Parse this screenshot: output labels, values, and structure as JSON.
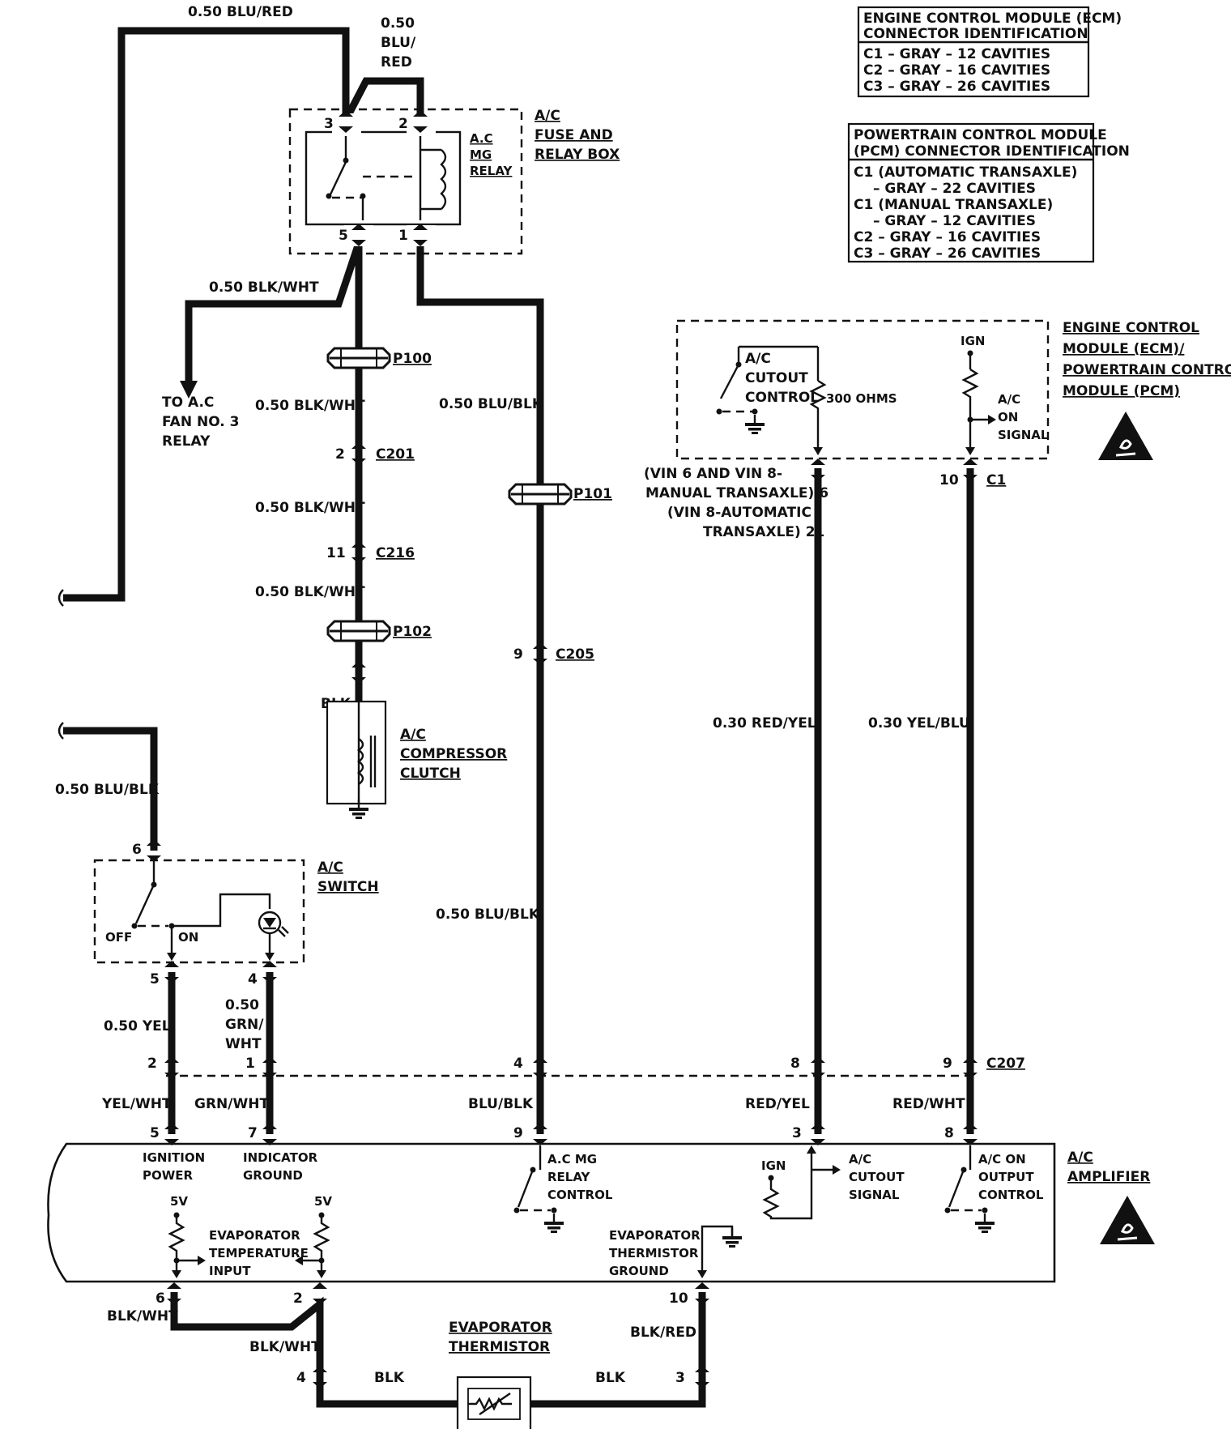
{
  "ecm_table": {
    "title1": "ENGINE CONTROL MODULE (ECM)",
    "title2": "CONNECTOR IDENTIFICATION",
    "rows": [
      "C1 – GRAY – 12 CAVITIES",
      "C2 – GRAY – 16 CAVITIES",
      "C3 – GRAY – 26 CAVITIES"
    ]
  },
  "pcm_table": {
    "title1": "POWERTRAIN CONTROL MODULE",
    "title2": "(PCM) CONNECTOR IDENTIFICATION",
    "rows": [
      "C1 (AUTOMATIC TRANSAXLE)",
      "– GRAY – 22 CAVITIES",
      "C1 (MANUAL TRANSAXLE)",
      "– GRAY – 12 CAVITIES",
      "C2 – GRAY – 16 CAVITIES",
      "C3 – GRAY – 26 CAVITIES"
    ]
  },
  "relay": {
    "box_label": [
      "A/C",
      "FUSE AND",
      "RELAY BOX"
    ],
    "relay_label": [
      "A.C",
      "MG",
      "RELAY"
    ],
    "pin3": "3",
    "pin2": "2",
    "pin5": "5",
    "pin1": "1"
  },
  "wires": {
    "top_left": "0.50 BLU/RED",
    "top_right": [
      "0.50",
      "BLU/",
      "RED"
    ],
    "fan_wire": "0.50 BLK/WHT",
    "fan_dest": [
      "TO A.C",
      "FAN NO. 3",
      "RELAY"
    ],
    "clutch_1": "0.50 BLK/WHT",
    "clutch_2": "0.50 BLK/WHT",
    "clutch_3": "0.50 BLK/WHT",
    "clutch_4": "BLK",
    "blu_blk_upper": "0.50 BLU/BLK",
    "blu_blk_lower": "0.50 BLU/BLK",
    "switch_feed": "0.50 BLU/BLK",
    "red_yel": "0.30 RED/YEL",
    "yel_blu": "0.30 YEL/BLU",
    "switch_out5": "0.50 YEL",
    "switch_out4": [
      "0.50",
      "GRN/",
      "WHT"
    ],
    "amp_in5": "YEL/WHT",
    "amp_in7": "GRN/WHT",
    "amp_in9": "BLU/BLK",
    "amp_in3": "RED/YEL",
    "amp_in8": "RED/WHT",
    "bottom_6": "BLK/WHT",
    "bottom_2": "BLK/WHT",
    "bottom_10": "BLK/RED",
    "therm_left": "BLK",
    "therm_right": "BLK"
  },
  "connectors": {
    "p100": "P100",
    "c201": "C201",
    "c201_pin": "2",
    "c216": "C216",
    "c216_pin": "11",
    "p102": "P102",
    "p101": "P101",
    "c205": "C205",
    "c205_pin": "9",
    "c1": "C1",
    "c1_pin": "10",
    "c207": "C207",
    "c207_pins": [
      "2",
      "1",
      "4",
      "8",
      "9"
    ],
    "vin_note": [
      "(VIN 6 AND VIN 8-",
      "MANUAL TRANSAXLE) 6",
      "(VIN 8-AUTOMATIC",
      "TRANSAXLE) 21"
    ]
  },
  "compressor": {
    "label": [
      "A/C",
      "COMPRESSOR",
      "CLUTCH"
    ]
  },
  "ecm": {
    "label": [
      "ENGINE CONTROL",
      "MODULE (ECM)/",
      "POWERTRAIN CONTROL",
      "MODULE (PCM)"
    ],
    "cutout": [
      "A/C",
      "CUTOUT",
      "CONTROL"
    ],
    "ohms": "300 OHMS",
    "ign": "IGN",
    "on_signal": [
      "A/C",
      "ON",
      "SIGNAL"
    ]
  },
  "ac_switch": {
    "label": [
      "A/C",
      "SWITCH"
    ],
    "off": "OFF",
    "on": "ON",
    "pin6": "6",
    "pin5": "5",
    "pin4": "4"
  },
  "amplifier": {
    "label": [
      "A/C",
      "AMPLIFIER"
    ],
    "pins_top": [
      "5",
      "7",
      "9",
      "3",
      "8"
    ],
    "ignition": [
      "IGNITION",
      "POWER"
    ],
    "indicator": [
      "INDICATOR",
      "GROUND"
    ],
    "mg_relay": [
      "A.C MG",
      "RELAY",
      "CONTROL"
    ],
    "ign": "IGN",
    "cutout_signal": [
      "A/C",
      "CUTOUT",
      "SIGNAL"
    ],
    "on_output": [
      "A/C ON",
      "OUTPUT",
      "CONTROL"
    ],
    "v5a": "5V",
    "v5b": "5V",
    "evap_temp": [
      "EVAPORATOR",
      "TEMPERATURE",
      "INPUT"
    ],
    "evap_gnd": [
      "EVAPORATOR",
      "THERMISTOR",
      "GROUND"
    ],
    "pin6": "6",
    "pin2": "2",
    "pin10": "10"
  },
  "thermistor": {
    "label": [
      "EVAPORATOR",
      "THERMISTOR"
    ],
    "pin4": "4",
    "pin3": "3"
  }
}
